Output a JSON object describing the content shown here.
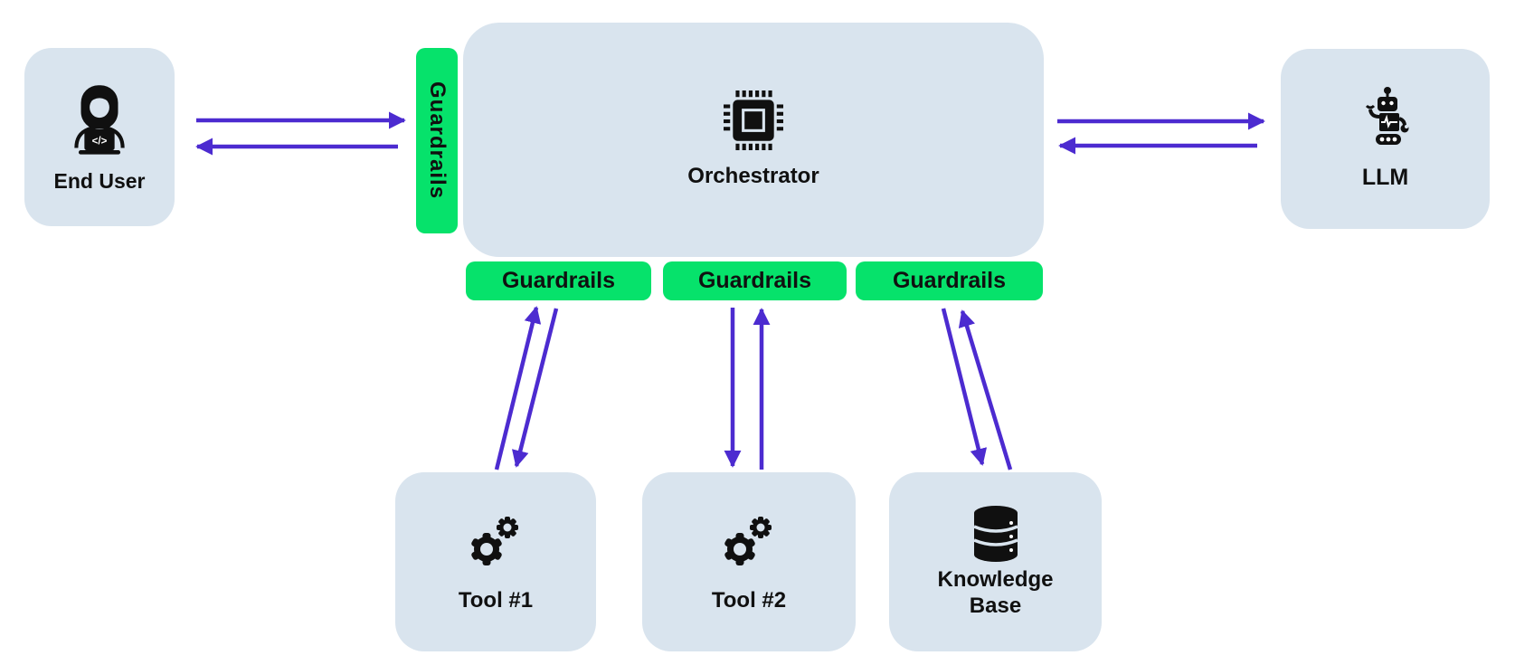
{
  "colors": {
    "bg": "#ffffff",
    "box_fill": "#d9e4ee",
    "green": "#06e26b",
    "arrow": "#4c2bd0",
    "ink": "#101010"
  },
  "nodes": {
    "end_user": {
      "label": "End User",
      "icon": "person-laptop-icon"
    },
    "orchestrator": {
      "label": "Orchestrator",
      "icon": "cpu-chip-icon"
    },
    "llm": {
      "label": "LLM",
      "icon": "robot-icon"
    },
    "tool_1": {
      "label": "Tool #1",
      "icon": "gears-icon"
    },
    "tool_2": {
      "label": "Tool #2",
      "icon": "gears-icon"
    },
    "knowledge_base": {
      "label_line_1": "Knowledge",
      "label_line_2": "Base",
      "icon": "database-icon"
    }
  },
  "guardrails": {
    "vertical_label": "Guardrails",
    "bottom_labels": [
      "Guardrails",
      "Guardrails",
      "Guardrails"
    ]
  },
  "icon_glyphs": {
    "laptop_code": "</>"
  }
}
